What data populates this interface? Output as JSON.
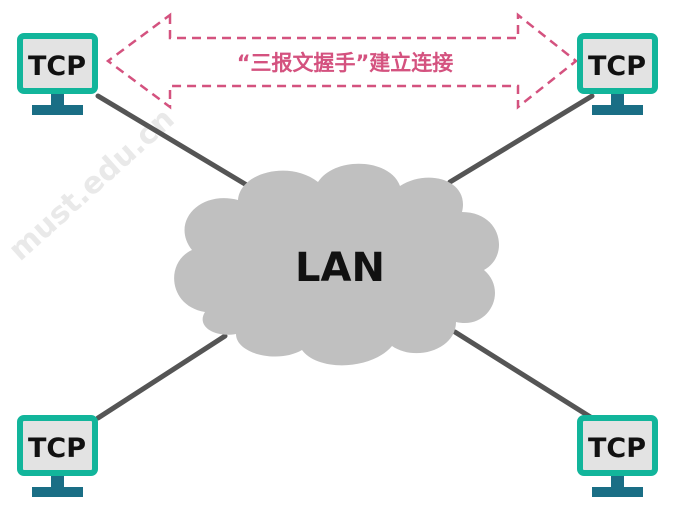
{
  "diagram": {
    "handshake_label": "“三报文握手”建立连接",
    "network_label": "LAN",
    "hosts": [
      {
        "id": "top-left",
        "label": "TCP"
      },
      {
        "id": "top-right",
        "label": "TCP"
      },
      {
        "id": "bottom-left",
        "label": "TCP"
      },
      {
        "id": "bottom-right",
        "label": "TCP"
      }
    ],
    "watermark": "must.edu.cn",
    "colors": {
      "host_frame": "#12b59b",
      "host_screen": "#e3e3e3",
      "host_stand": "#1a6e85",
      "link_line": "#555555",
      "cloud": "#c0c0c0",
      "handshake_arrow": "#d4527f",
      "handshake_text": "#d4527f"
    }
  }
}
